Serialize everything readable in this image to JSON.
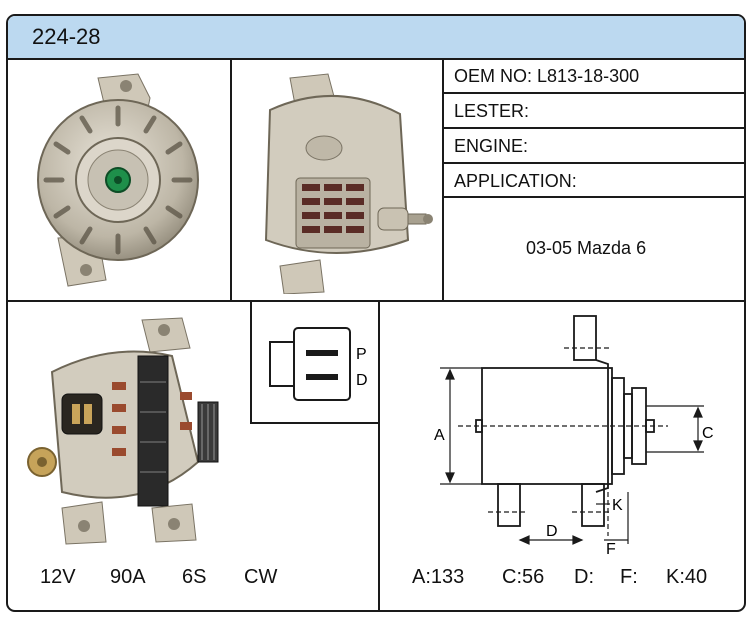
{
  "part_number": "224-28",
  "info": {
    "oem_label": "OEM NO:",
    "oem_value": "L813-18-300",
    "lester_label": "LESTER:",
    "lester_value": "",
    "engine_label": "ENGINE:",
    "engine_value": "",
    "application_label": "APPLICATION:",
    "application_value": "03-05 Mazda 6"
  },
  "specs": {
    "voltage": "12V",
    "amperage": "90A",
    "pulley": "6S",
    "rotation": "CW"
  },
  "connector": {
    "pin_p": "P",
    "pin_d": "D"
  },
  "dimensions": {
    "a_label": "A",
    "c_label": "C",
    "d_label": "D",
    "f_label": "F",
    "k_label": "K",
    "a_text": "A:133",
    "c_text": "C:56",
    "d_text": "D:",
    "f_text": "F:",
    "k_text": "K:40"
  }
}
